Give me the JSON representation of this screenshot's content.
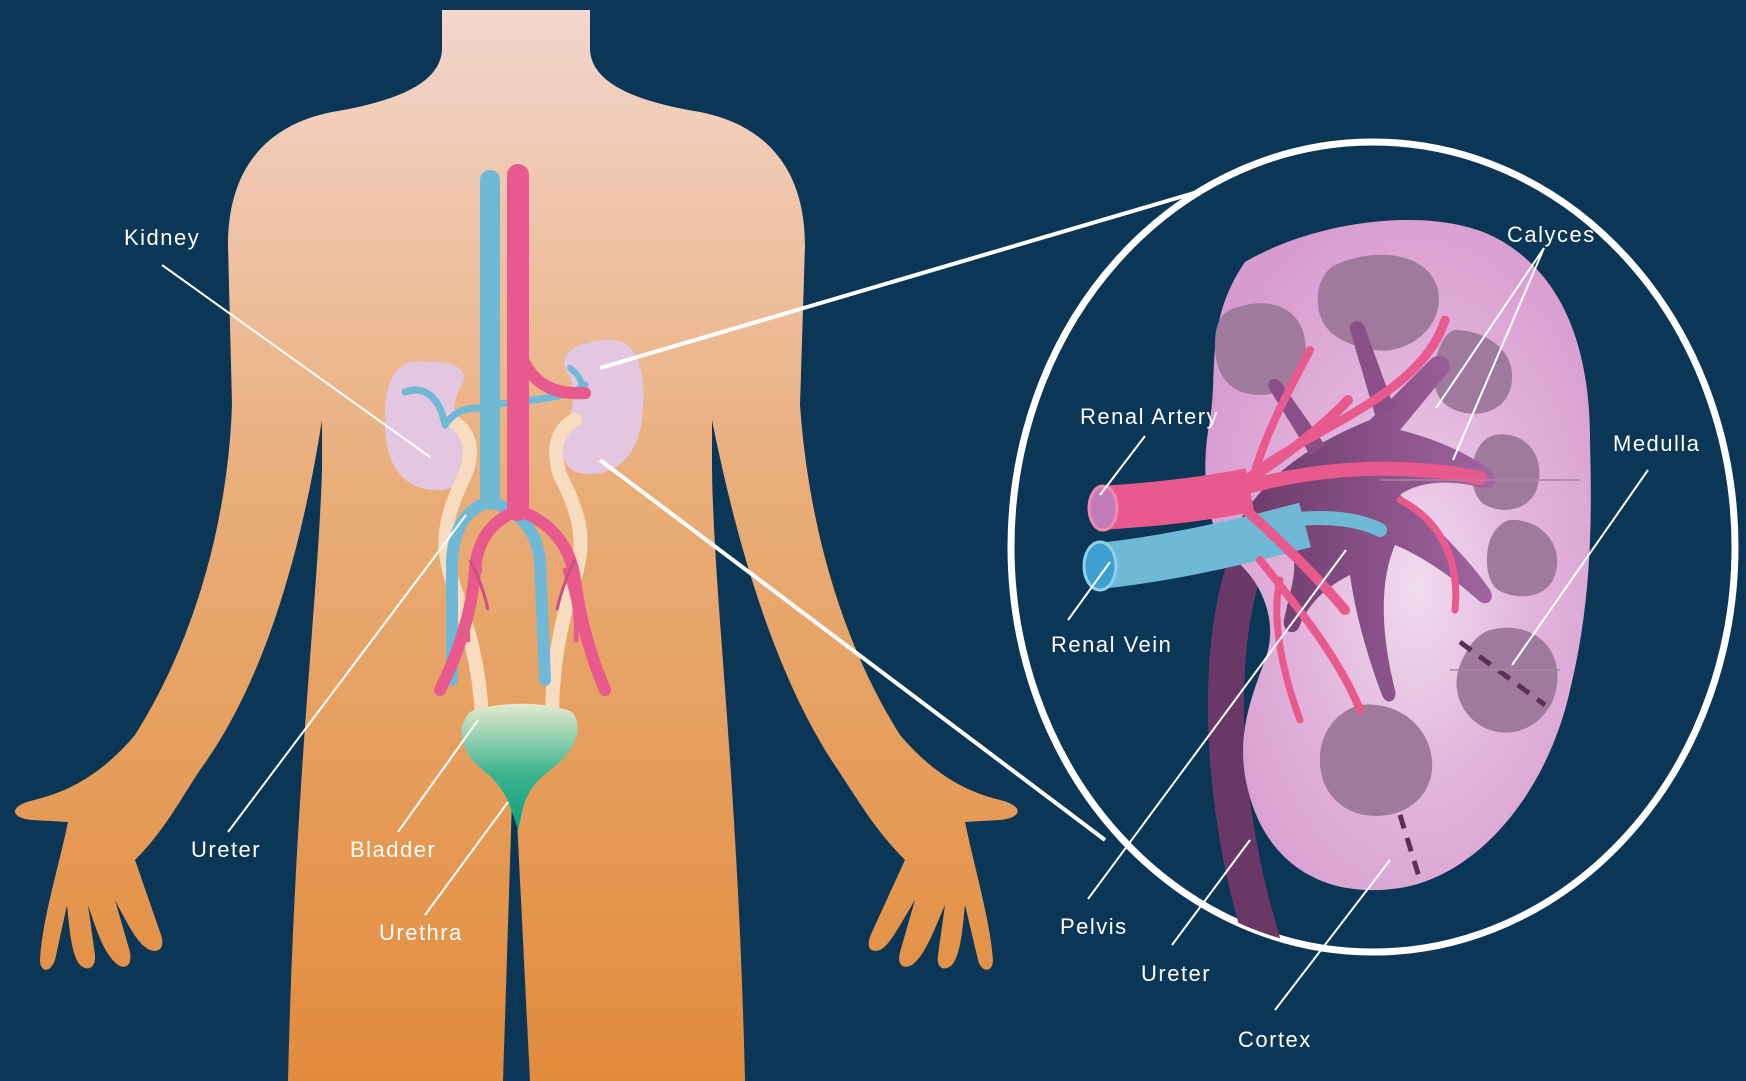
{
  "colors": {
    "background": "#0b3656",
    "body_top": "#f2d4ca",
    "body_bottom": "#e28a3c",
    "kidney": "#e3c6e0",
    "kidney_zoom": "#d9a4d2",
    "medulla": "#9f7a9c",
    "pelvis": "#8a4f86",
    "artery": "#e85a8e",
    "vein": "#6fb8d6",
    "ureter_body": "#f7dcc0",
    "ureter_zoom": "#6a3866",
    "bladder": "#1aa87e",
    "leader_line": "#ffffff"
  },
  "labels": {
    "kidney": "Kidney",
    "ureter": "Ureter",
    "bladder": "Bladder",
    "urethra": "Urethra",
    "renal_artery": "Renal Artery",
    "renal_vein": "Renal Vein",
    "calyces": "Calyces",
    "medulla": "Medulla",
    "pelvis": "Pelvis",
    "ureter_zoom": "Ureter",
    "cortex": "Cortex"
  }
}
